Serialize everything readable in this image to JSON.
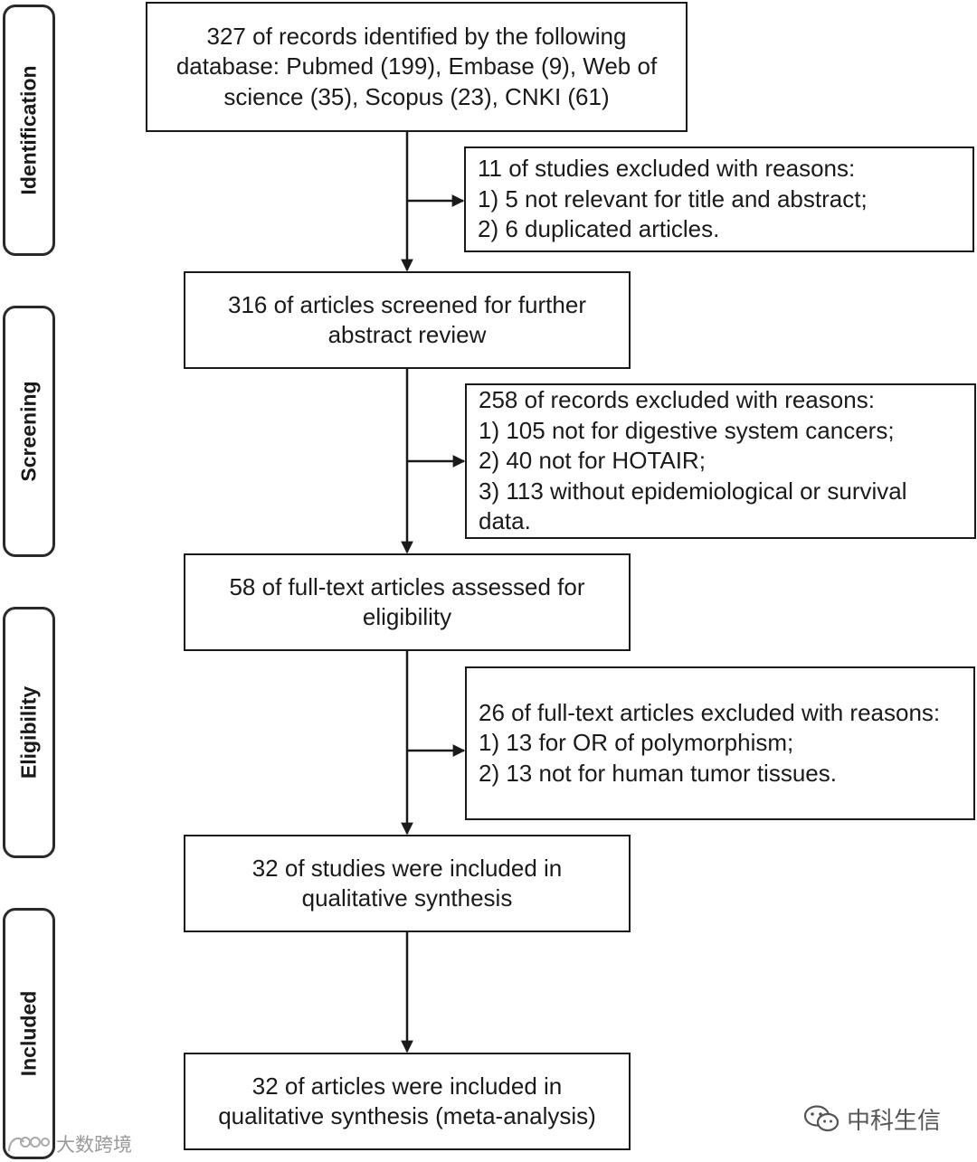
{
  "stages": {
    "identification": "Identification",
    "screening": "Screening",
    "eligibility": "Eligibility",
    "included": "Included"
  },
  "boxes": {
    "records_identified": "327 of records identified by the following\ndatabase: Pubmed (199), Embase (9), Web of\nscience (35), Scopus (23), CNKI (61)",
    "excluded_identification": "11 of studies excluded with reasons:\n1) 5 not relevant for title and abstract;\n2) 6 duplicated articles.",
    "screened": "316 of articles screened for further\nabstract review",
    "excluded_screening": "258 of records excluded with reasons:\n1) 105 not for digestive system cancers;\n2) 40 not for HOTAIR;\n3) 113 without epidemiological or survival\ndata.",
    "assessed_eligibility": "58 of full-text articles assessed for\neligibility",
    "excluded_eligibility": "26 of full-text articles excluded with reasons:\n1) 13 for OR of  polymorphism;\n2) 13 not for human tumor tissues.",
    "qualitative": "32 of studies were included in\nqualitative synthesis",
    "meta_analysis": "32 of articles were included in\nqualitative synthesis (meta-analysis)"
  },
  "watermarks": {
    "right": "中科生信",
    "left": "大数跨境"
  }
}
